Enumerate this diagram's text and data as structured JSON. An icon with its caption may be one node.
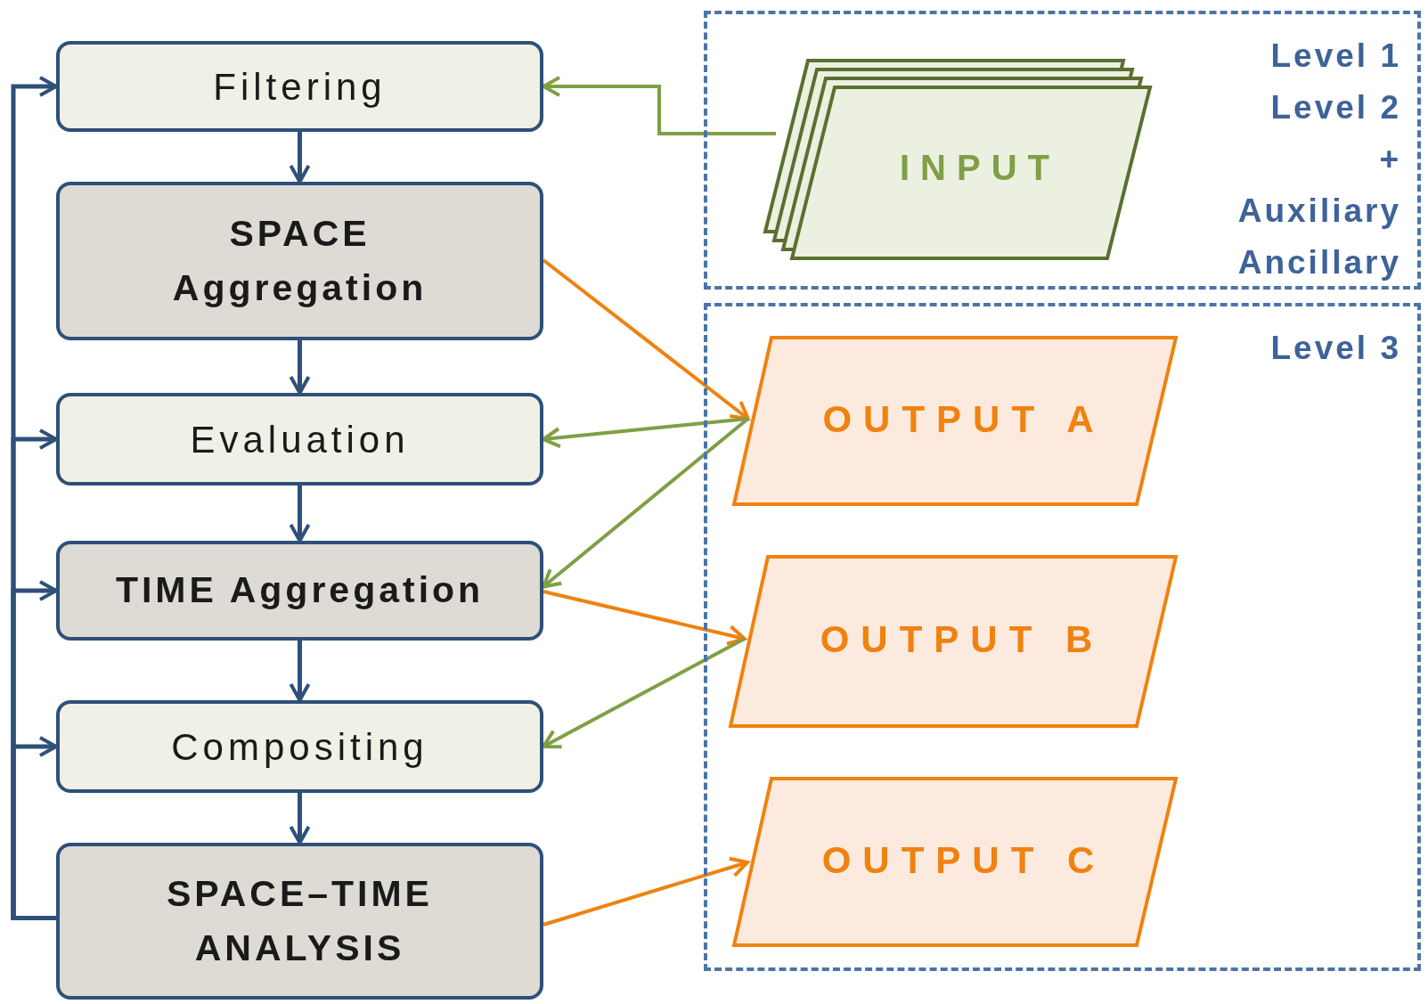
{
  "diagram": {
    "nodes": [
      {
        "text": [
          "Filtering"
        ]
      },
      {
        "text": [
          "SPACE Aggregation"
        ]
      },
      {
        "text": [
          "Evaluation"
        ]
      },
      {
        "text": [
          "TIME Aggregation"
        ]
      },
      {
        "text": [
          "Compositing"
        ]
      },
      {
        "text": [
          "SPACE–TIME ANALYSIS"
        ]
      },
      {
        "text": [
          "Level 1",
          "Level 2",
          "+",
          "Auxiliary",
          "Ancillary"
        ]
      },
      {
        "text": [
          "INPUT"
        ],
        "in": 6
      },
      {
        "text": [
          "Level 3"
        ]
      },
      {
        "text": [
          "OUTPUT A"
        ],
        "in": 8
      },
      {
        "text": [
          "OUTPUT B"
        ],
        "in": 8
      },
      {
        "text": [
          "OUTPUT C"
        ],
        "in": 8
      }
    ],
    "edges": [
      {
        "from": 0,
        "to": 1,
        "arrow": "to"
      },
      {
        "from": 1,
        "to": 2,
        "arrow": "to"
      },
      {
        "from": 2,
        "to": 3,
        "arrow": "to"
      },
      {
        "from": 3,
        "to": 4,
        "arrow": "to"
      },
      {
        "from": 4,
        "to": 5,
        "arrow": "to"
      },
      {
        "from": 5,
        "to": 0,
        "arrow": "to"
      },
      {
        "from": 5,
        "to": 2,
        "arrow": "to"
      },
      {
        "from": 5,
        "to": 3,
        "arrow": "to"
      },
      {
        "from": 5,
        "to": 4,
        "arrow": "to"
      },
      {
        "from": 7,
        "to": 0,
        "arrow": "to",
        "color": "#7f9f45"
      },
      {
        "from": 1,
        "to": 9,
        "arrow": "to",
        "color": "#ef8210"
      },
      {
        "from": 9,
        "to": 2,
        "arrow": "to",
        "color": "#7f9f45"
      },
      {
        "from": 9,
        "to": 3,
        "arrow": "to",
        "color": "#7f9f45"
      },
      {
        "from": 3,
        "to": 10,
        "arrow": "to",
        "color": "#ef8210"
      },
      {
        "from": 10,
        "to": 4,
        "arrow": "to",
        "color": "#7f9f45"
      },
      {
        "from": 5,
        "to": 11,
        "arrow": "to",
        "color": "#ef8210"
      }
    ]
  }
}
